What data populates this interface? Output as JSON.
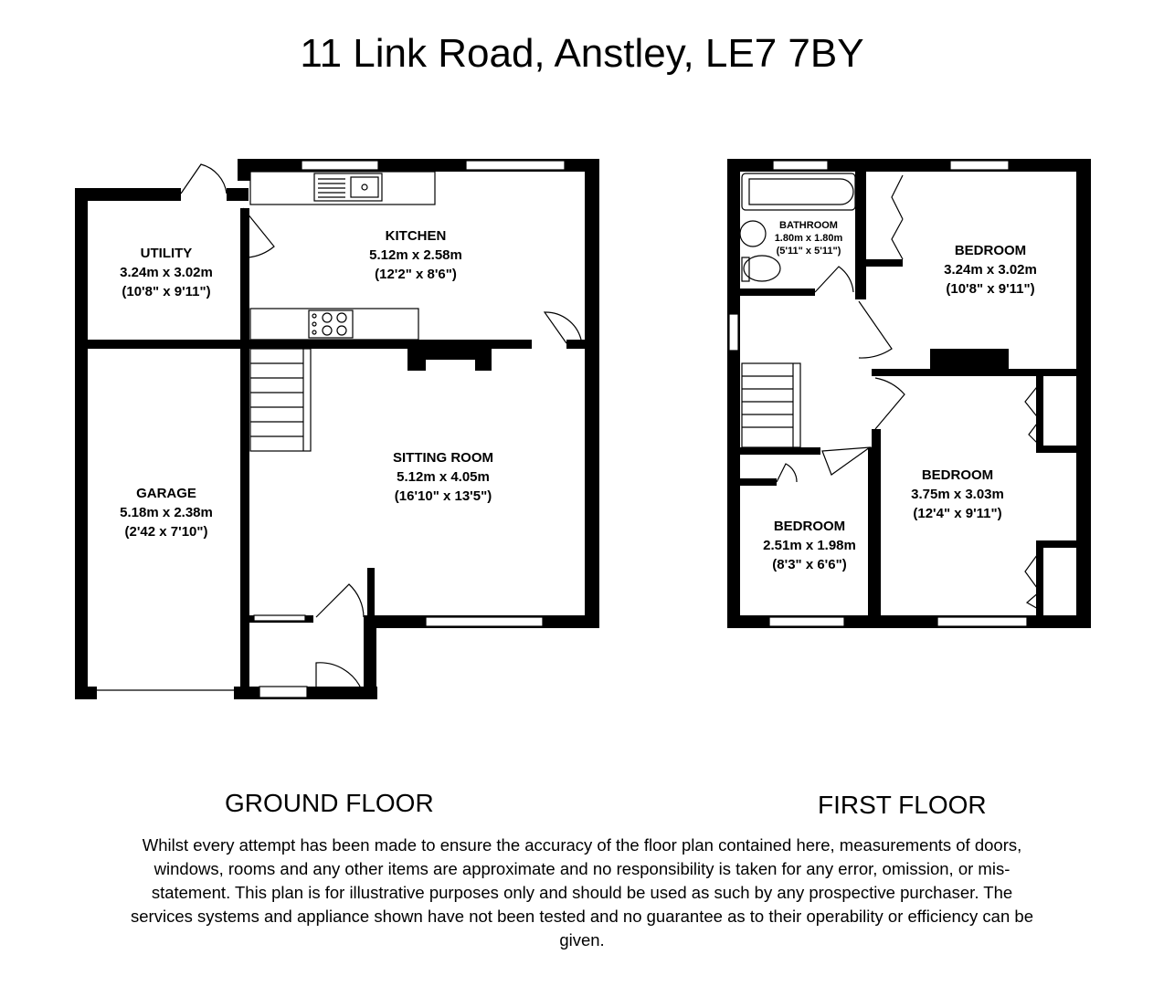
{
  "title": "11 Link Road, Anstley, LE7 7BY",
  "rooms": {
    "utility": {
      "name": "UTILITY",
      "metric": "3.24m x 3.02m",
      "imperial": "(10'8\" x 9'11\")"
    },
    "kitchen": {
      "name": "KITCHEN",
      "metric": "5.12m x 2.58m",
      "imperial": "(12'2\" x 8'6\")"
    },
    "sitting_room": {
      "name": "SITTING ROOM",
      "metric": "5.12m x 4.05m",
      "imperial": "(16'10\" x 13'5\")"
    },
    "garage": {
      "name": "GARAGE",
      "metric": "5.18m x 2.38m",
      "imperial": "(2'42 x 7'10\")"
    },
    "bathroom": {
      "name": "BATHROOM",
      "metric": "1.80m x 1.80m",
      "imperial": "(5'11\" x 5'11\")"
    },
    "bedroom_1": {
      "name": "BEDROOM",
      "metric": "3.24m x 3.02m",
      "imperial": "(10'8\" x 9'11\")"
    },
    "bedroom_2": {
      "name": "BEDROOM",
      "metric": "3.75m x 3.03m",
      "imperial": "(12'4\" x 9'11\")"
    },
    "bedroom_3": {
      "name": "BEDROOM",
      "metric": "2.51m x 1.98m",
      "imperial": "(8'3\" x 6'6\")"
    }
  },
  "floors": {
    "ground": "GROUND FLOOR",
    "first": "FIRST FLOOR"
  },
  "disclaimer": "Whilst every attempt has been made to ensure the accuracy of the floor plan contained here, measurements of doors, windows, rooms and any other items are approximate and no responsibility is taken for any error, omission, or mis-statement. This plan is for illustrative purposes only and should be used as such by any prospective purchaser. The services systems and appliance shown have not been tested and no guarantee as to their operability or efficiency can be given."
}
